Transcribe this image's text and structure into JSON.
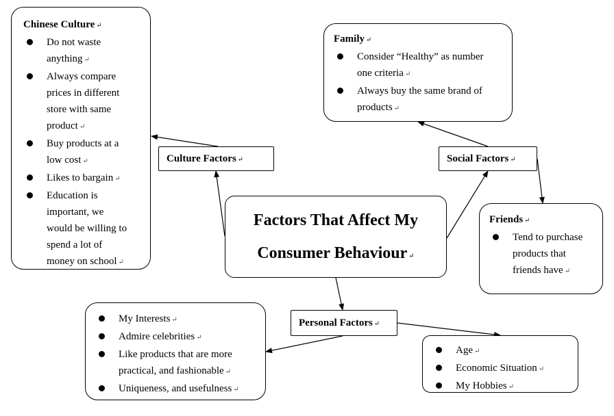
{
  "center": {
    "line1": "Factors That Affect My",
    "line2": "Consumer Behaviour"
  },
  "culture_factors": {
    "label": "Culture Factors"
  },
  "social_factors": {
    "label": "Social Factors"
  },
  "personal_factors": {
    "label": "Personal Factors"
  },
  "chinese_culture": {
    "title": "Chinese Culture",
    "items": [
      [
        "Do not waste",
        "anything"
      ],
      [
        "Always compare",
        "prices in different",
        "store with same",
        "product"
      ],
      [
        "Buy products at a",
        "low cost"
      ],
      [
        "Likes to bargain"
      ],
      [
        "Education is",
        "important, we",
        "would be willing to",
        "spend a lot of",
        "money on school"
      ]
    ]
  },
  "family": {
    "title": "Family",
    "items": [
      [
        "Consider “Healthy” as number",
        "one criteria"
      ],
      [
        "Always buy the same brand of",
        "products"
      ]
    ]
  },
  "friends": {
    "title": "Friends",
    "items": [
      [
        "Tend to purchase",
        "products that",
        "friends have"
      ]
    ]
  },
  "personal_interests": {
    "items": [
      [
        "My Interests"
      ],
      [
        "Admire celebrities"
      ],
      [
        "Like products that are more",
        "practical, and fashionable"
      ],
      [
        "Uniqueness, and usefulness"
      ]
    ]
  },
  "personal_demographics": {
    "items": [
      [
        "Age"
      ],
      [
        "Economic Situation"
      ],
      [
        "My Hobbies"
      ]
    ]
  },
  "paragraph_mark": "↵"
}
